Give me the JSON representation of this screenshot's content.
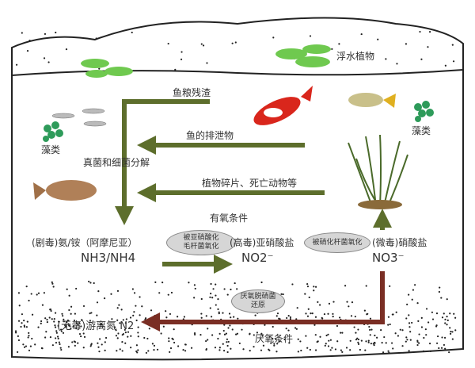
{
  "labels": {
    "floating_plants": "浮水植物",
    "fish_food": "鱼粮残渣",
    "fish_waste": "鱼的排泄物",
    "algae_left": "藻类",
    "algae_right": "藻类",
    "decompose": "真菌和细菌分解",
    "debris": "植物碎片、死亡动物等",
    "aerobic": "有氧条件",
    "ammonia": "(剧毒)氨/铵（阿摩尼亚）",
    "ammonia_formula": "NH3/NH4",
    "nitrosomonas_1": "被亚硝酸化",
    "nitrosomonas_2": "毛杆菌氧化",
    "nitrite": "(高毒)亚硝酸盐",
    "nitrite_formula": "NO2⁻",
    "nitrobacter": "被硝化杆菌氧化",
    "nitrate": "(微毒)硝酸盐",
    "nitrate_formula": "NO3⁻",
    "denitrify_1": "厌氧脱硝菌",
    "denitrify_2": "还原",
    "nitrogen": "(无毒)游离氮 N2",
    "anaerobic": "厌氧条件"
  },
  "colors": {
    "green_arrow": "#5d6e2c",
    "brown_arrow": "#7a2e24",
    "plant_green": "#4caf50"
  }
}
